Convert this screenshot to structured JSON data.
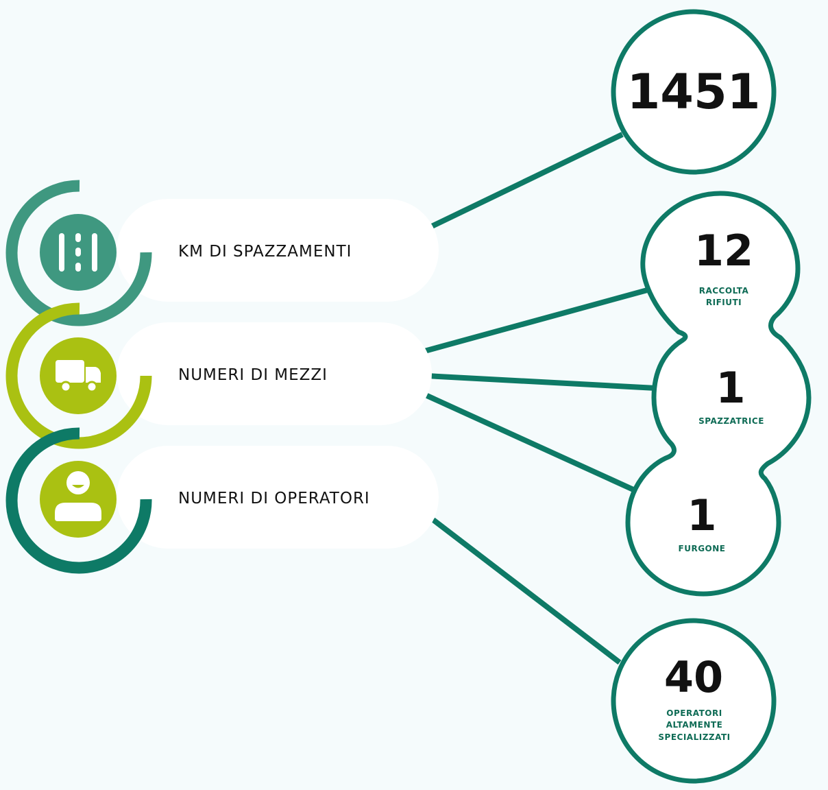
{
  "colors": {
    "background": "#f5fbfc",
    "dark_green": "#0e7a66",
    "mid_green": "#3f9880",
    "lime": "#aac112",
    "text": "#111111",
    "small_text": "#0e6b55"
  },
  "categories": [
    {
      "label": "KM DI SPAZZAMENTI",
      "icon": "road-lanes-icon"
    },
    {
      "label": "NUMERI DI MEZZI",
      "icon": "truck-icon"
    },
    {
      "label": "NUMERI DI OPERATORI",
      "icon": "operator-person-icon"
    }
  ],
  "stats": {
    "km": {
      "value": "1451"
    },
    "raccolta": {
      "value": "12",
      "caption_line1": "RACCOLTA",
      "caption_line2": "RIFIUTI"
    },
    "spazzatrice": {
      "value": "1",
      "caption": "SPAZZATRICE"
    },
    "furgone": {
      "value": "1",
      "caption": "FURGONE"
    },
    "operatori": {
      "value": "40",
      "caption_line1": "OPERATORI",
      "caption_line2": "ALTAMENTE",
      "caption_line3": "SPECIALIZZATI"
    }
  }
}
